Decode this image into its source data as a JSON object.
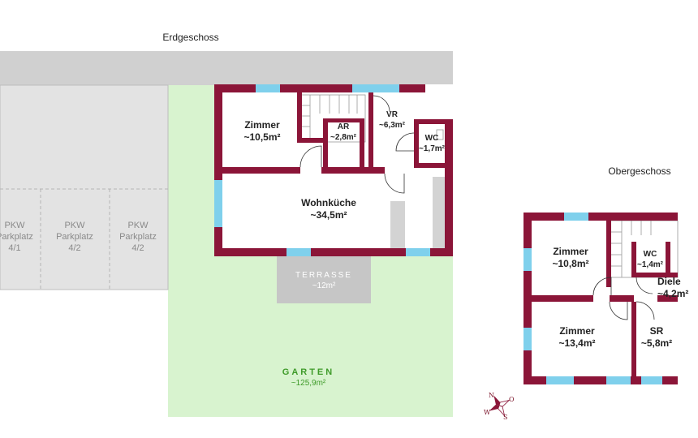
{
  "floors": {
    "ground_title": "Erdgeschoss",
    "upper_title": "Obergeschoss"
  },
  "ground_rooms": {
    "zimmer": {
      "name": "Zimmer",
      "area": "~10,5m²"
    },
    "ar": {
      "name": "AR",
      "area": "~2,8m²"
    },
    "vr": {
      "name": "VR",
      "area": "~6,3m²"
    },
    "wc": {
      "name": "WC",
      "area": "~1,7m²"
    },
    "wohnkueche": {
      "name": "Wohnküche",
      "area": "~34,5m²"
    },
    "terrasse": {
      "name": "TERRASSE",
      "area": "~12m²"
    },
    "garten": {
      "name": "GARTEN",
      "area": "~125,9m²"
    }
  },
  "parking": [
    {
      "line1": "PKW",
      "line2": "Parkplatz",
      "line3": "4/1"
    },
    {
      "line1": "PKW",
      "line2": "Parkplatz",
      "line3": "4/2"
    },
    {
      "line1": "PKW",
      "line2": "Parkplatz",
      "line3": "4/2"
    }
  ],
  "upper_rooms": {
    "zimmer1": {
      "name": "Zimmer",
      "area": "~10,8m²"
    },
    "wc": {
      "name": "WC",
      "area": "~1,4m²"
    },
    "diele": {
      "name": "Diele",
      "area": "~4,2m²"
    },
    "zimmer2": {
      "name": "Zimmer",
      "area": "~13,4m²"
    },
    "sr": {
      "name": "SR",
      "area": "~5,8m²"
    }
  },
  "compass": {
    "n": "N",
    "o": "O",
    "s": "S",
    "w": "W"
  },
  "colors": {
    "wall": "#8b1538",
    "window": "#7fd0ec",
    "garden": "#d8f3cf",
    "paving": "#d0d0d0",
    "parking": "#e3e3e3",
    "terrace": "#c6c6c6"
  }
}
